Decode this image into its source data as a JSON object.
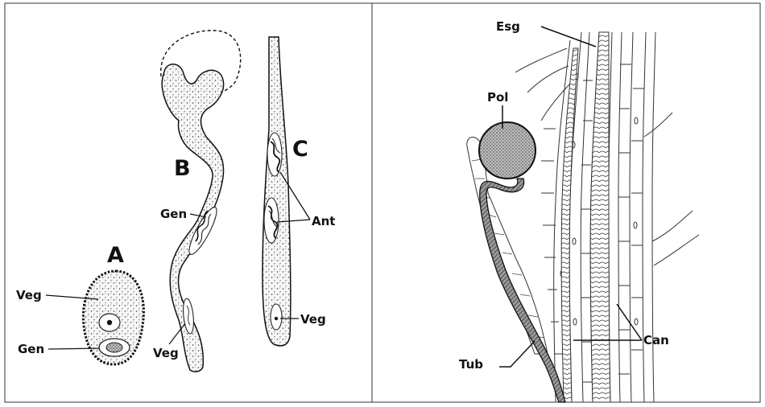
{
  "panels": {
    "left": {
      "letters": {
        "a": "A",
        "b": "B",
        "c": "C"
      },
      "labels": {
        "a_veg": "Veg",
        "a_gen": "Gen",
        "b_gen": "Gen",
        "b_veg": "Veg",
        "c_ant": "Ant",
        "c_veg": "Veg"
      }
    },
    "right": {
      "labels": {
        "esg": "Esg",
        "pol": "Pol",
        "tub": "Tub",
        "can": "Can"
      }
    }
  },
  "colors": {
    "ink": "#111111",
    "background": "#ffffff",
    "border": "#333333"
  }
}
